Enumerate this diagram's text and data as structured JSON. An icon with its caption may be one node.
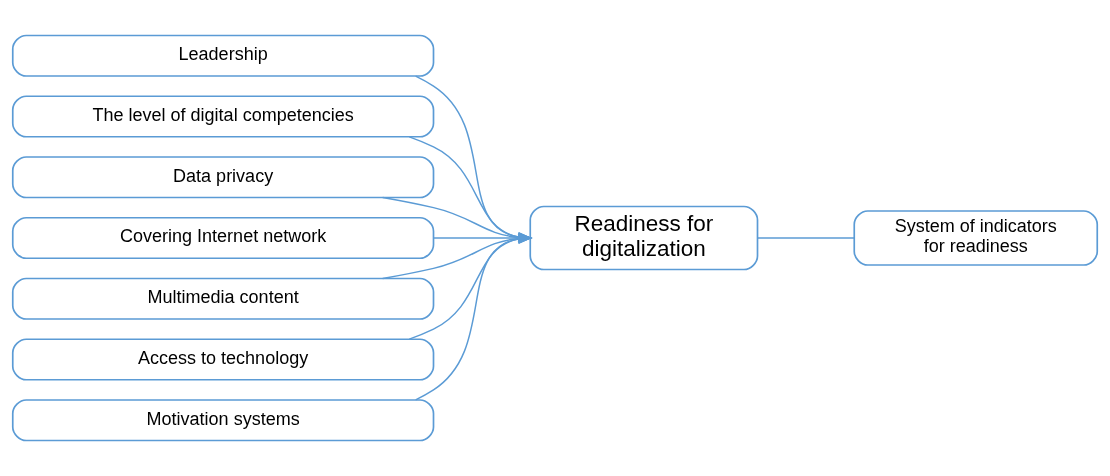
{
  "diagram": {
    "nodes": [
      {
        "text": [
          "Leadership"
        ]
      },
      {
        "text": [
          "The level of digital competencies"
        ]
      },
      {
        "text": [
          "Data privacy"
        ]
      },
      {
        "text": [
          "Covering Internet network"
        ]
      },
      {
        "text": [
          "Multimedia content"
        ]
      },
      {
        "text": [
          "Access to technology"
        ]
      },
      {
        "text": [
          "Motivation systems"
        ]
      },
      {
        "text": [
          "Readiness for digitalization"
        ]
      },
      {
        "text": [
          "System of indicators for readiness"
        ]
      }
    ],
    "edges": [
      {
        "from": 0,
        "to": 7,
        "arrow": "to"
      },
      {
        "from": 1,
        "to": 7,
        "arrow": "to"
      },
      {
        "from": 2,
        "to": 7,
        "arrow": "to"
      },
      {
        "from": 3,
        "to": 7,
        "arrow": "to"
      },
      {
        "from": 4,
        "to": 7,
        "arrow": "to"
      },
      {
        "from": 5,
        "to": 7,
        "arrow": "to"
      },
      {
        "from": 6,
        "to": 7,
        "arrow": "to"
      },
      {
        "from": 7,
        "to": 8,
        "arrow": "none"
      }
    ]
  }
}
